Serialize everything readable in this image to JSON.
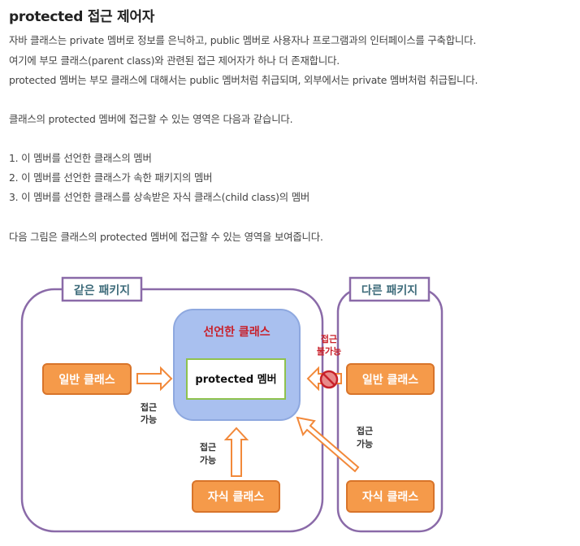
{
  "title": "protected 접근 제어자",
  "intro_lines": [
    "자바 클래스는 private 멤버로 정보를 은닉하고, public 멤버로 사용자나 프로그램과의 인터페이스를 구축합니다.",
    "여기에 부모 클래스(parent class)와 관련된 접근 제어자가 하나 더 존재합니다.",
    "protected 멤버는 부모 클래스에 대해서는 public 멤버처럼 취급되며, 외부에서는 private 멤버처럼 취급됩니다."
  ],
  "scope_intro": "클래스의 protected 멤버에 접근할 수 있는 영역은 다음과 같습니다.",
  "list_items": [
    "1. 이 멤버를 선언한 클래스의 멤버",
    "2. 이 멤버를 선언한 클래스가 속한 패키지의 멤버",
    "3. 이 멤버를 선언한 클래스를 상속받은 자식 클래스(child class)의 멤버"
  ],
  "figure_intro": "다음 그림은 클래스의 protected 멤버에 접근할 수 있는 영역을 보여줍니다.",
  "diagram": {
    "same_package_label": "같은 패키지",
    "other_package_label": "다른 패키지",
    "declaring_class_label": "선언한 클래스",
    "member_label": "protected 멤버",
    "general_class_label": "일반 클래스",
    "child_class_label": "자식 클래스",
    "access_line1": "접근",
    "access_line2": "가능",
    "no_access_line1": "접근",
    "no_access_line2": "불가능",
    "colors": {
      "package_border": "#8a6aa8",
      "package_label_text": "#3d6b7a",
      "declaring_fill": "#a9c0ef",
      "declaring_border": "#8ea8df",
      "declaring_text": "#c8202a",
      "member_border": "#8fc24e",
      "orange_fill": "#f59a4a",
      "orange_border": "#d8742a",
      "no_access_red": "#c8202a"
    }
  }
}
